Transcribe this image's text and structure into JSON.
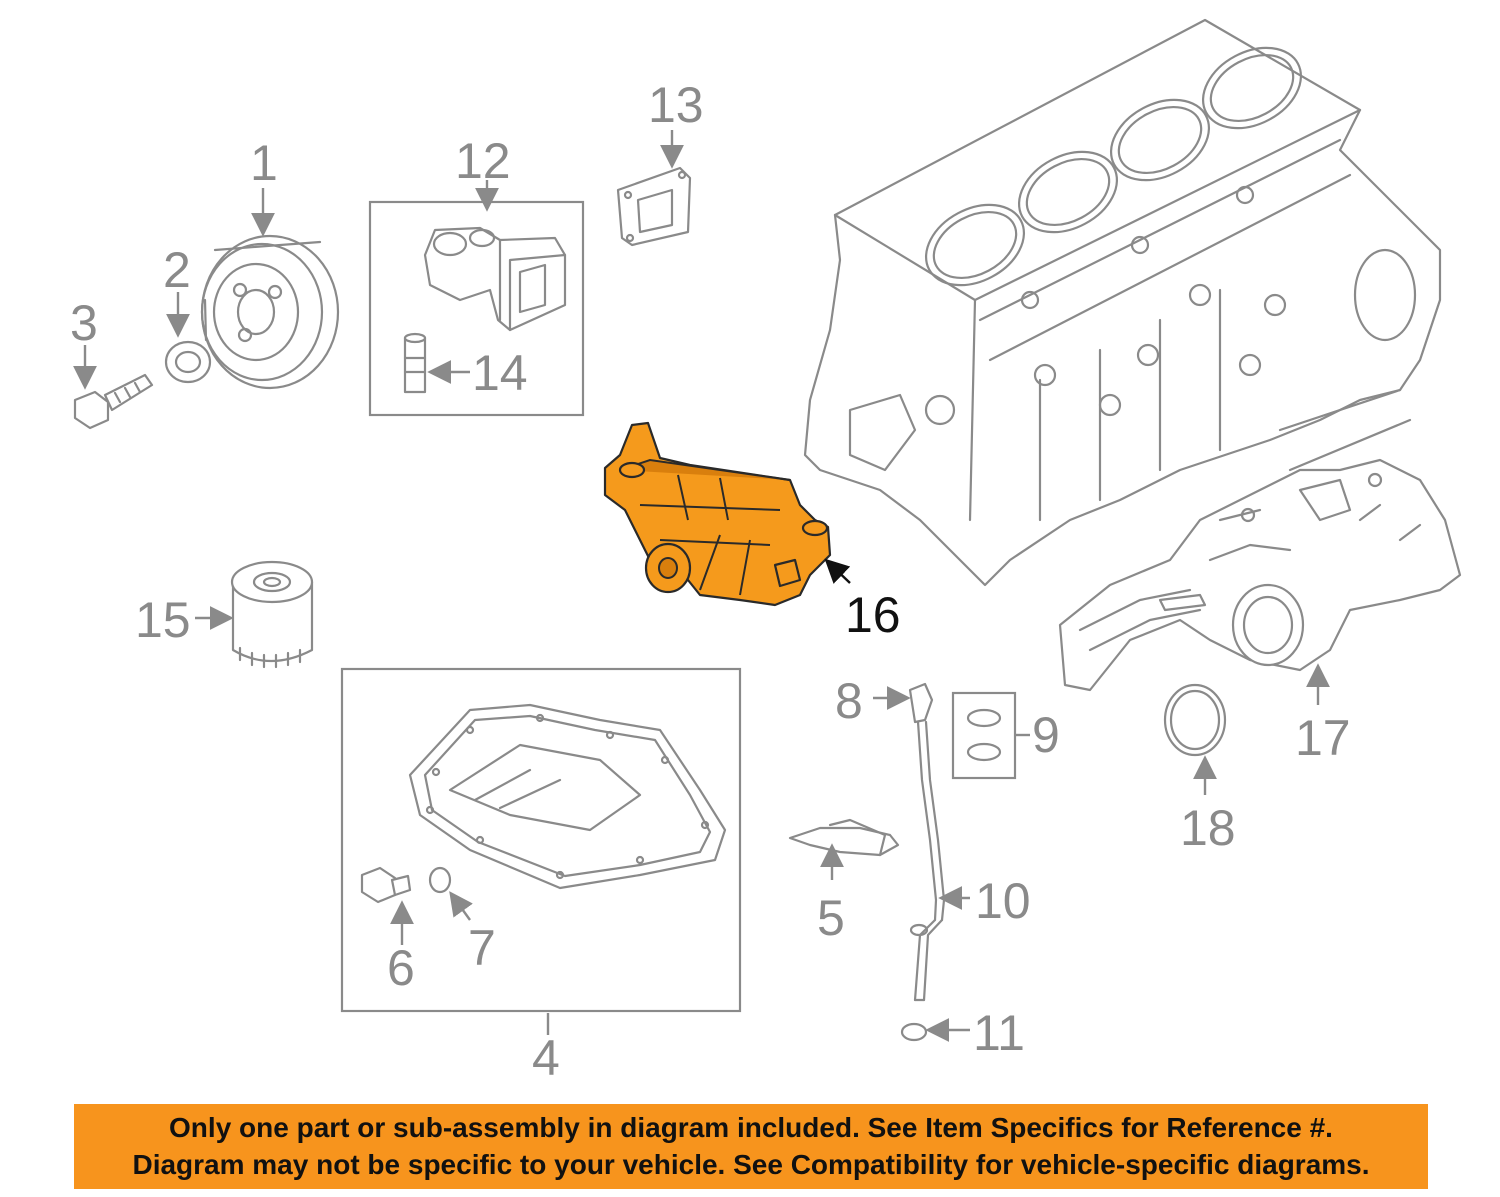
{
  "callouts": {
    "c1": "1",
    "c2": "2",
    "c3": "3",
    "c4": "4",
    "c5": "5",
    "c6": "6",
    "c7": "7",
    "c8": "8",
    "c9": "9",
    "c10": "10",
    "c11": "11",
    "c12": "12",
    "c13": "13",
    "c14": "14",
    "c15": "15",
    "c16": "16",
    "c17": "17",
    "c18": "18"
  },
  "highlighted_part": "16",
  "colors": {
    "highlight": "#f59a1c",
    "banner": "#f7941d",
    "line": "#8a8a8a"
  },
  "banner": {
    "line1": "Only one part or sub-assembly in diagram included. See Item Specifics for Reference #.",
    "line2": "Diagram may not be specific to your vehicle. See Compatibility for vehicle-specific diagrams."
  }
}
